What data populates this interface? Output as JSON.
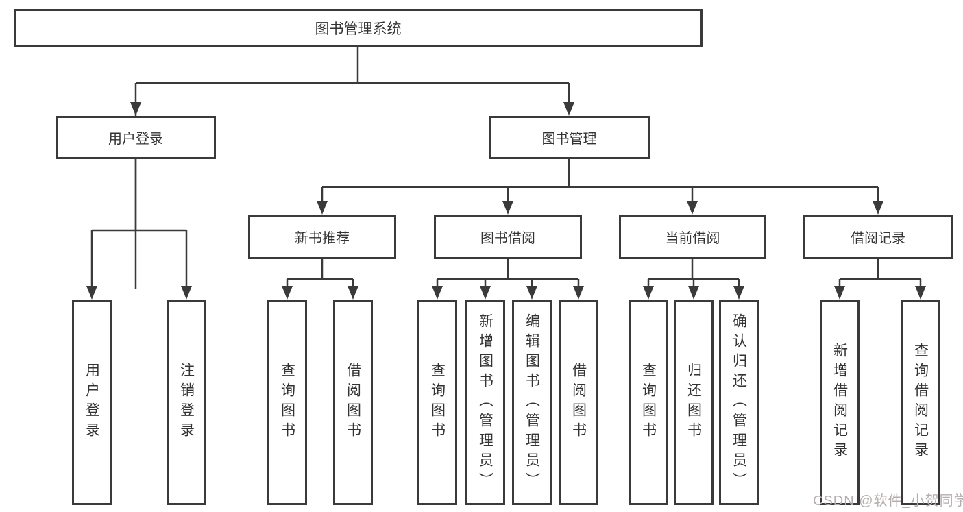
{
  "tree": {
    "root": {
      "label": "图书管理系统"
    },
    "branches": [
      {
        "label": "用户登录",
        "children": [
          {
            "label": "用户登录"
          },
          {
            "label": "注销登录"
          }
        ]
      },
      {
        "label": "图书管理",
        "children": [
          {
            "label": "新书推荐",
            "children": [
              {
                "label": "查询图书"
              },
              {
                "label": "借阅图书"
              }
            ]
          },
          {
            "label": "图书借阅",
            "children": [
              {
                "label": "查询图书"
              },
              {
                "label": "新增图书（管理员）"
              },
              {
                "label": "编辑图书（管理员）"
              },
              {
                "label": "借阅图书"
              }
            ]
          },
          {
            "label": "当前借阅",
            "children": [
              {
                "label": "查询图书"
              },
              {
                "label": "归还图书"
              },
              {
                "label": "确认归还（管理员）"
              }
            ]
          },
          {
            "label": "借阅记录",
            "children": [
              {
                "label": "新增借阅记录"
              },
              {
                "label": "查询借阅记录"
              }
            ]
          }
        ]
      }
    ]
  },
  "watermark": "CSDN @软件_小贺同学",
  "colors": {
    "line": "#3a3a3a",
    "text": "#333333",
    "box_background": "#ffffff",
    "background": "#ffffff",
    "watermark": "#b5aeae"
  }
}
